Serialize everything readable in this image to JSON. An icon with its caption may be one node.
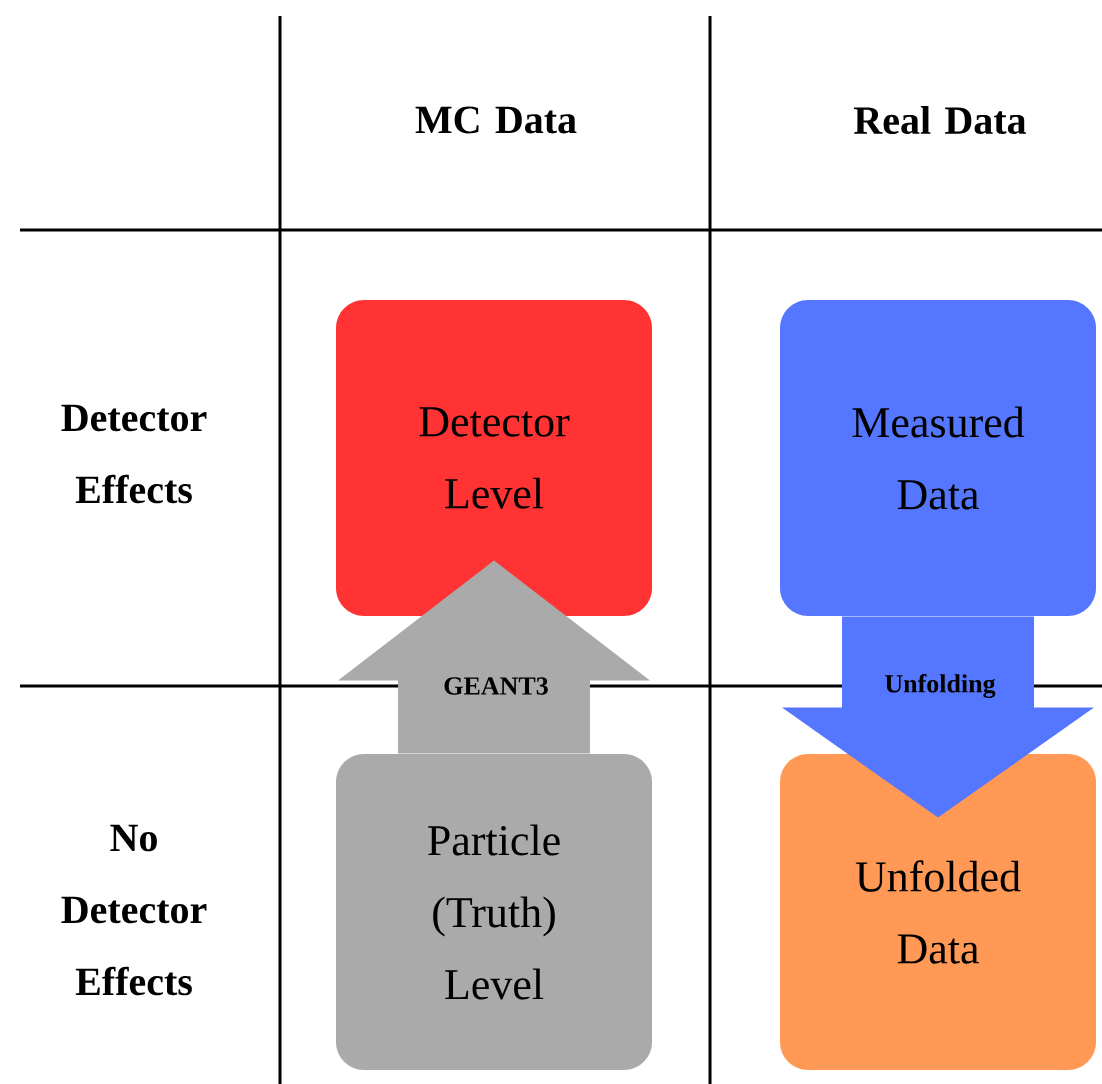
{
  "diagram": {
    "nodes": [
      {
        "text": [
          "Detector Level"
        ]
      },
      {
        "text": [
          "Measured Data"
        ]
      },
      {
        "text": [
          "Particle (Truth) Level"
        ]
      },
      {
        "text": [
          "Unfolded Data"
        ]
      }
    ],
    "edges": [
      {
        "from": 2,
        "to": 0,
        "arrow": "to",
        "label": "GEANT3",
        "color": "#aaaaaa"
      },
      {
        "from": 1,
        "to": 3,
        "arrow": "to",
        "label": "Unfolding",
        "color": "#5577ff"
      }
    ],
    "labels": [
      "MC Data",
      "Real Data",
      "Detector Effects",
      "No Detector Effects"
    ]
  }
}
